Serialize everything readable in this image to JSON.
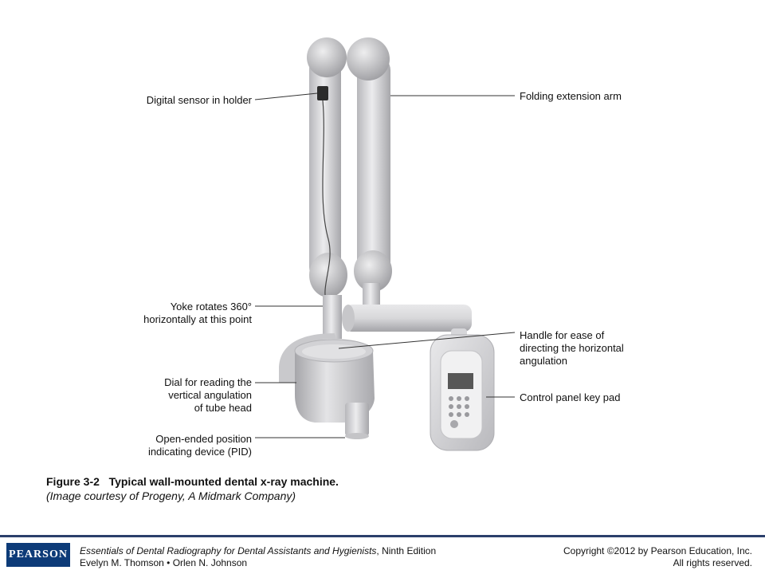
{
  "callouts": {
    "sensor": "Digital sensor in holder",
    "arm": "Folding extension arm",
    "yoke_line1": "Yoke rotates 360°",
    "yoke_line2": "horizontally at this point",
    "handle_line1": "Handle for ease of",
    "handle_line2": "directing the horizontal",
    "handle_line3": "angulation",
    "dial_line1": "Dial for reading the",
    "dial_line2": "vertical angulation",
    "dial_line3": "of tube head",
    "control": "Control panel key pad",
    "pid_line1": "Open-ended position",
    "pid_line2": "indicating device (PID)"
  },
  "caption": {
    "figure": "Figure 3-2",
    "title": "Typical wall-mounted dental x-ray machine.",
    "credit": "(Image courtesy of Progeny, A Midmark Company)"
  },
  "footer": {
    "logo": "PEARSON",
    "book_title": "Essentials of Dental Radiography  for Dental Assistants and Hygienists",
    "edition": ", Ninth Edition",
    "authors": "Evelyn M. Thomson • Orlen N. Johnson",
    "copyright": "Copyright ©2012 by Pearson Education, Inc.",
    "rights": "All rights reserved."
  },
  "colors": {
    "machine_body": "#d9d9db",
    "machine_shadow": "#a9a9ad",
    "footer_rule": "#2b3f6b",
    "logo_bg": "#0d3b78"
  }
}
